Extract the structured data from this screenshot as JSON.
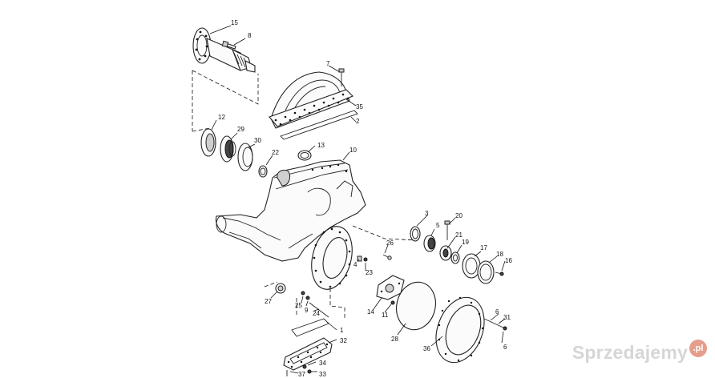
{
  "diagram": {
    "callouts": [
      {
        "id": "15",
        "label": "15"
      },
      {
        "id": "8",
        "label": "8"
      },
      {
        "id": "7",
        "label": "7"
      },
      {
        "id": "35",
        "label": "35"
      },
      {
        "id": "2",
        "label": "2"
      },
      {
        "id": "12",
        "label": "12"
      },
      {
        "id": "29",
        "label": "29"
      },
      {
        "id": "30",
        "label": "30"
      },
      {
        "id": "22",
        "label": "22"
      },
      {
        "id": "13",
        "label": "13"
      },
      {
        "id": "10",
        "label": "10"
      },
      {
        "id": "3",
        "label": "3"
      },
      {
        "id": "20",
        "label": "20"
      },
      {
        "id": "5",
        "label": "5"
      },
      {
        "id": "21",
        "label": "21"
      },
      {
        "id": "26",
        "label": "26"
      },
      {
        "id": "19",
        "label": "19"
      },
      {
        "id": "17",
        "label": "17"
      },
      {
        "id": "18",
        "label": "18"
      },
      {
        "id": "16",
        "label": "16"
      },
      {
        "id": "4",
        "label": "4"
      },
      {
        "id": "23",
        "label": "23"
      },
      {
        "id": "27",
        "label": "27"
      },
      {
        "id": "25",
        "label": "25"
      },
      {
        "id": "9",
        "label": "9"
      },
      {
        "id": "24",
        "label": "24"
      },
      {
        "id": "14",
        "label": "14"
      },
      {
        "id": "11",
        "label": "11"
      },
      {
        "id": "6a",
        "label": "6"
      },
      {
        "id": "31",
        "label": "31"
      },
      {
        "id": "1",
        "label": "1"
      },
      {
        "id": "32",
        "label": "32"
      },
      {
        "id": "28",
        "label": "28"
      },
      {
        "id": "36",
        "label": "36"
      },
      {
        "id": "6b",
        "label": "6"
      },
      {
        "id": "34",
        "label": "34"
      },
      {
        "id": "37",
        "label": "37"
      },
      {
        "id": "33",
        "label": "33"
      }
    ]
  },
  "watermark": {
    "text": "Sprzedajemy",
    "badge": ".pl"
  }
}
